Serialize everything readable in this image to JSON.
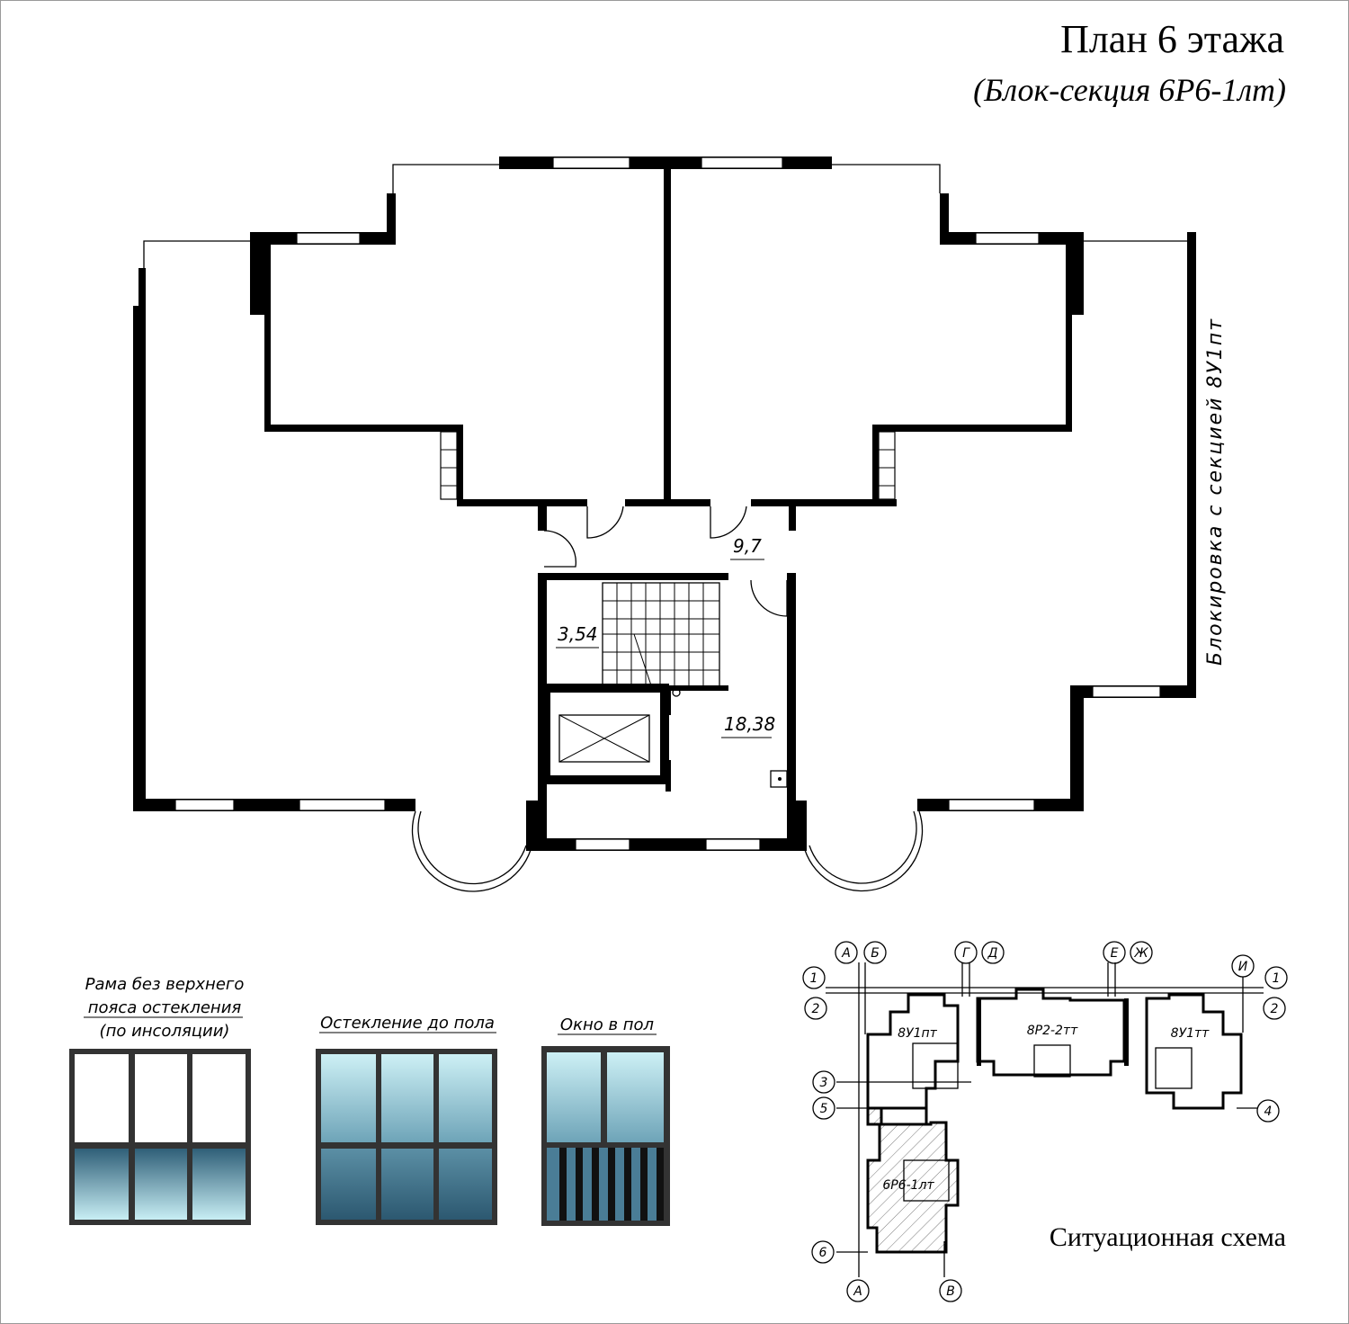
{
  "title": "План 6 этажа",
  "subtitle": "(Блок-секция 6Р6-1лт)",
  "side_note": "Блокировка с секцией 8У1пт",
  "rooms": {
    "hall_area": "9,7",
    "stair_area": "3,54",
    "lobby_area": "18,38"
  },
  "legend": [
    {
      "label_lines": [
        "Рама без верхнего",
        "пояса остекления",
        "(по инсоляции)"
      ],
      "type": "frame-no-top"
    },
    {
      "label_lines": [
        "Остекление до пола"
      ],
      "type": "full-glazing"
    },
    {
      "label_lines": [
        "Окно в пол"
      ],
      "type": "floor-window"
    }
  ],
  "colors": {
    "glass_light": "#c8eef4",
    "glass_dark": "#3f6f87",
    "frame": "#333333"
  },
  "situation": {
    "title": "Ситуационная схема",
    "sections": [
      "8У1пт",
      "8Р2-2тт",
      "8У1тт",
      "6Р6-1лт"
    ],
    "axes_top": [
      "А",
      "Б",
      "Г",
      "Д",
      "Е",
      "Ж",
      "И"
    ],
    "axes_bottom": [
      "А",
      "В"
    ],
    "axes_left": [
      "1",
      "2",
      "3",
      "5",
      "6"
    ],
    "axes_right": [
      "1",
      "2",
      "4"
    ]
  }
}
